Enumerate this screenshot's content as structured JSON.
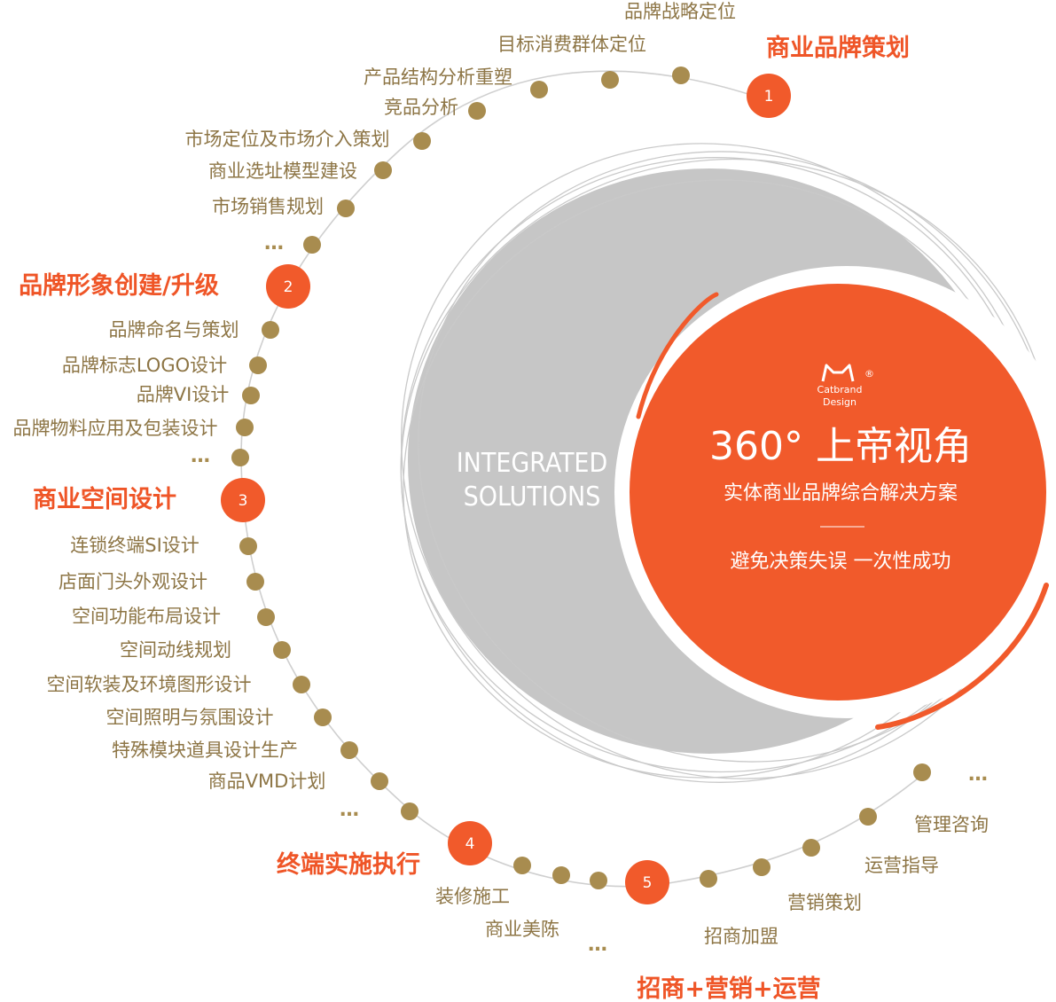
{
  "center": {
    "integrated_line1": "INTEGRATED",
    "integrated_line2": "SOLUTIONS",
    "logo_line1": "Catbrand",
    "logo_line2": "Design",
    "logo_mark": "®",
    "headline": "360° 上帝视角",
    "subtitle": "实体商业品牌综合解决方案",
    "slogan": "避免决策失误 一次性成功"
  },
  "sections": [
    {
      "number": "1",
      "title": "商业品牌策划"
    },
    {
      "number": "2",
      "title": "品牌形象创建/升级"
    },
    {
      "number": "3",
      "title": "商业空间设计"
    },
    {
      "number": "4",
      "title": "终端实施执行"
    },
    {
      "number": "5",
      "title": "招商+营销+运营"
    }
  ],
  "items": {
    "planning": [
      "品牌战略定位",
      "目标消费群体定位",
      "产品结构分析重塑",
      "竞品分析",
      "市场定位及市场介入策划",
      "商业选址模型建设",
      "市场销售规划"
    ],
    "brand_image": [
      "品牌命名与策划",
      "品牌标志LOGO设计",
      "品牌VI设计",
      "品牌物料应用及包装设计"
    ],
    "space_design": [
      "连锁终端SI设计",
      "店面门头外观设计",
      "空间功能布局设计",
      "空间动线规划",
      "空间软装及环境图形设计",
      "空间照明与氛围设计",
      "特殊模块道具设计生产",
      "商品VMD计划"
    ],
    "execution": [
      "装修施工",
      "商业美陈"
    ],
    "operations": [
      "招商加盟",
      "营销策划",
      "运营指导",
      "管理咨询"
    ]
  },
  "ellipsis": "…",
  "colors": {
    "accent": "#f15a2b",
    "dot": "#a88c4f",
    "item_text": "#8d7545",
    "grey_disc": "#c6c6c6",
    "track": "#cfcfcf"
  }
}
